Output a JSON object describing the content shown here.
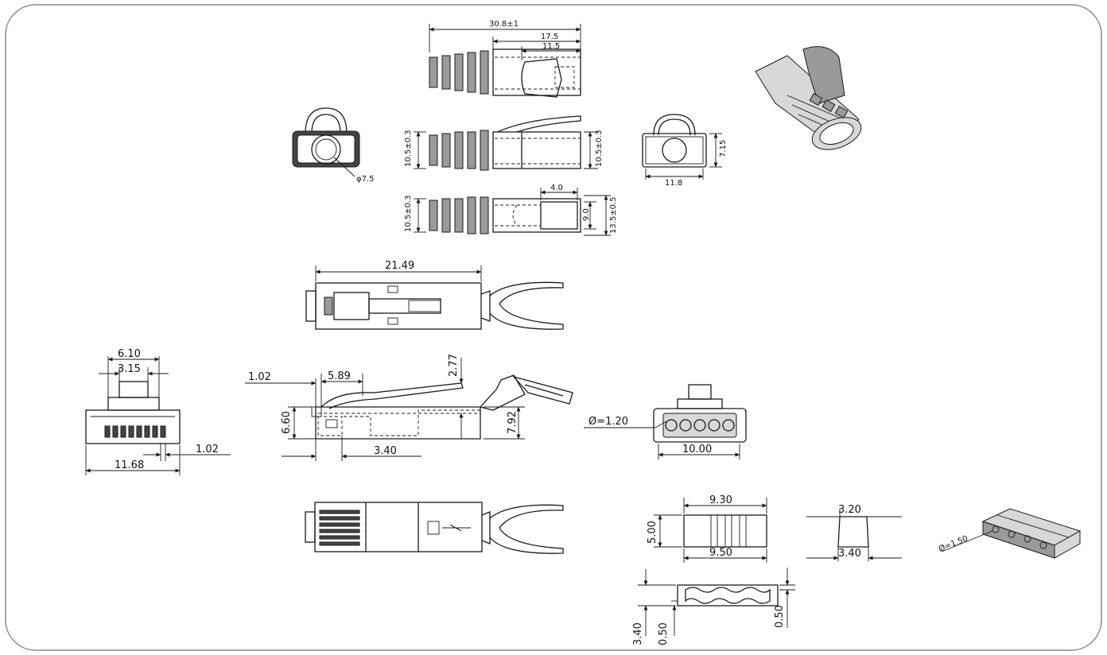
{
  "boot": {
    "overall": "30.8±1",
    "inner1": "17.5",
    "inner2": "11.5",
    "height_left": "10.5±0.3",
    "height_right": "10.5±0.3",
    "end_dia": "φ7.5",
    "front_height": "7.15",
    "front_width": "11.8",
    "top_width": "4.0",
    "top_height_left": "10.5±0.3",
    "top_inner": "9.0",
    "top_outer": "13.5±0.5"
  },
  "plug": {
    "length": "21.49",
    "end_width_top": "6.10",
    "end_width_mid": "3.15",
    "end_pitch": "1.02",
    "end_width": "11.68",
    "side_left": "1.02",
    "side_top": "5.89",
    "side_latch": "2.77",
    "side_height_left": "6.60",
    "side_height_right": "7.92",
    "side_bottom": "3.40",
    "front_dia": "Ø=1.20",
    "front_width": "10.00"
  },
  "insert": {
    "top": "9.30",
    "bottom": "9.50",
    "height": "5.00",
    "side_top": "3.20",
    "side_bottom": "3.40",
    "iso_dia": "Ø=1.50",
    "end_h": "3.40",
    "end_a": "0.50",
    "end_b": "0.50"
  }
}
